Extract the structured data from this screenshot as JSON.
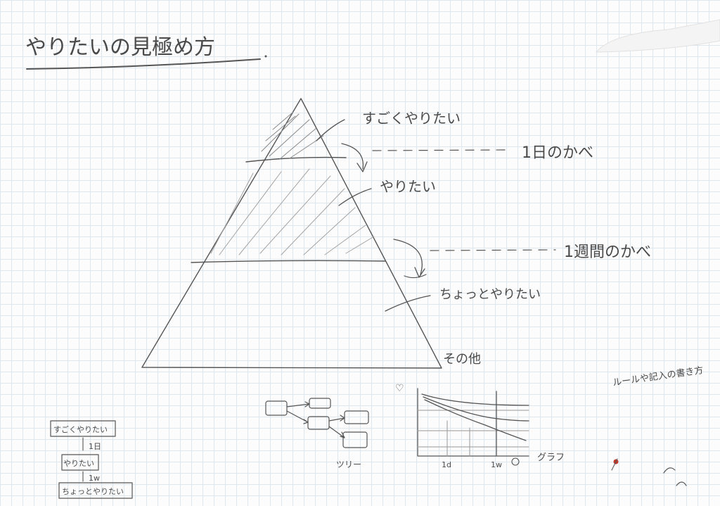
{
  "title": "やりたいの見極め方",
  "pyramid": {
    "levels": [
      {
        "label": "すごくやりたい"
      },
      {
        "label": "やりたい"
      },
      {
        "label": "ちょっとやりたい"
      },
      {
        "label": "その他"
      }
    ],
    "walls": [
      {
        "label": "1日のかべ"
      },
      {
        "label": "1週間のかべ"
      }
    ]
  },
  "side_note": "ルールや記入の書き方",
  "mini_flow": {
    "boxes": [
      "すごくやりたい",
      "やりたい",
      "ちょっとやりたい"
    ],
    "steps": [
      "1日",
      "1w"
    ]
  },
  "tree_label": "ツリー",
  "graph": {
    "y_marker": "♡",
    "x_ticks": [
      "1d",
      "1w"
    ],
    "label": "グラフ"
  }
}
